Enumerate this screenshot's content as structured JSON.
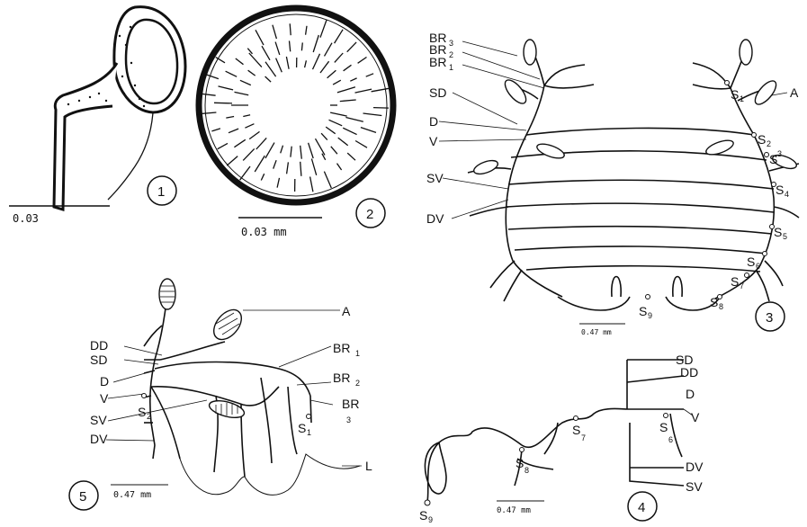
{
  "figures": [
    {
      "number": "1",
      "scale": "0.03"
    },
    {
      "number": "2",
      "scale": "0.03 mm"
    },
    {
      "number": "3",
      "scale": "0.47 mm",
      "labels": [
        "BR",
        "BR",
        "BR",
        "SD",
        "D",
        "V",
        "SV",
        "DV",
        "A"
      ],
      "spiracles": [
        "S",
        "S",
        "S",
        "S",
        "S",
        "S",
        "S",
        "S",
        "S"
      ],
      "subs": [
        "3",
        "2",
        "1",
        "1",
        "2",
        "3",
        "4",
        "5",
        "6",
        "7",
        "8",
        "9"
      ]
    },
    {
      "number": "4",
      "scale": "0.47 mm",
      "labels": [
        "SD",
        "DD",
        "D",
        "V",
        "DV",
        "SV"
      ],
      "spiracles": [
        "S",
        "S",
        "S",
        "S"
      ],
      "subs": [
        "6",
        "7",
        "8",
        "9"
      ]
    },
    {
      "number": "5",
      "scale": "0.47 mm",
      "labels": [
        "A",
        "DD",
        "SD",
        "D",
        "V",
        "SV",
        "DV",
        "BR",
        "BR",
        "BR",
        "L"
      ],
      "spiracles": [
        "S",
        "S"
      ],
      "subs": [
        "1",
        "2",
        "3",
        "2",
        "1"
      ]
    }
  ]
}
